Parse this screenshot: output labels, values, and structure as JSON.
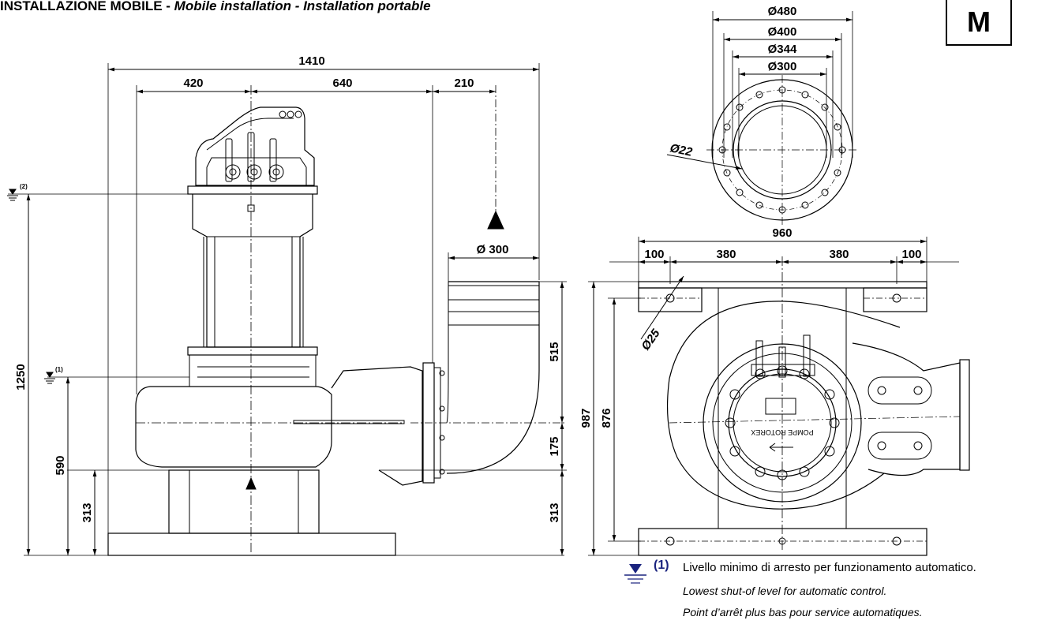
{
  "header": {
    "title_it": "INSTALLAZIONE MOBILE - ",
    "title_en": "Mobile installation ",
    "title_fr": " - Installation portable",
    "badge": "M"
  },
  "side_view": {
    "dims": {
      "overall_width": "1410",
      "width_a": "420",
      "width_b": "640",
      "width_c": "210",
      "outlet_dia": "Ø 300",
      "height_total": "1250",
      "height_level1": "590",
      "height_base": "313",
      "height_outlet_rise": "515",
      "height_outlet_axis": "175",
      "height_base_right": "313"
    },
    "levels": {
      "level2": "(2)",
      "level1": "(1)"
    }
  },
  "flange_view": {
    "dims": {
      "d480": "Ø480",
      "d400": "Ø400",
      "d344": "Ø344",
      "d300": "Ø300",
      "hole": "Ø22"
    }
  },
  "top_view": {
    "dims": {
      "overall_width": "960",
      "w1": "100",
      "w2": "380",
      "w3": "380",
      "w4": "100",
      "hole": "Ø25",
      "depth_total": "987",
      "depth_inner": "876"
    },
    "nameplate": "POMPE ROTOREX"
  },
  "note": {
    "number": "(1)",
    "it": "Livello minimo di arresto per funzionamento automatico.",
    "en": "Lowest shut-of level for automatic control.",
    "fr": "Point d’arrêt plus bas pour service automatiques."
  },
  "colors": {
    "line": "#000000",
    "note_number": "#1a237e"
  }
}
